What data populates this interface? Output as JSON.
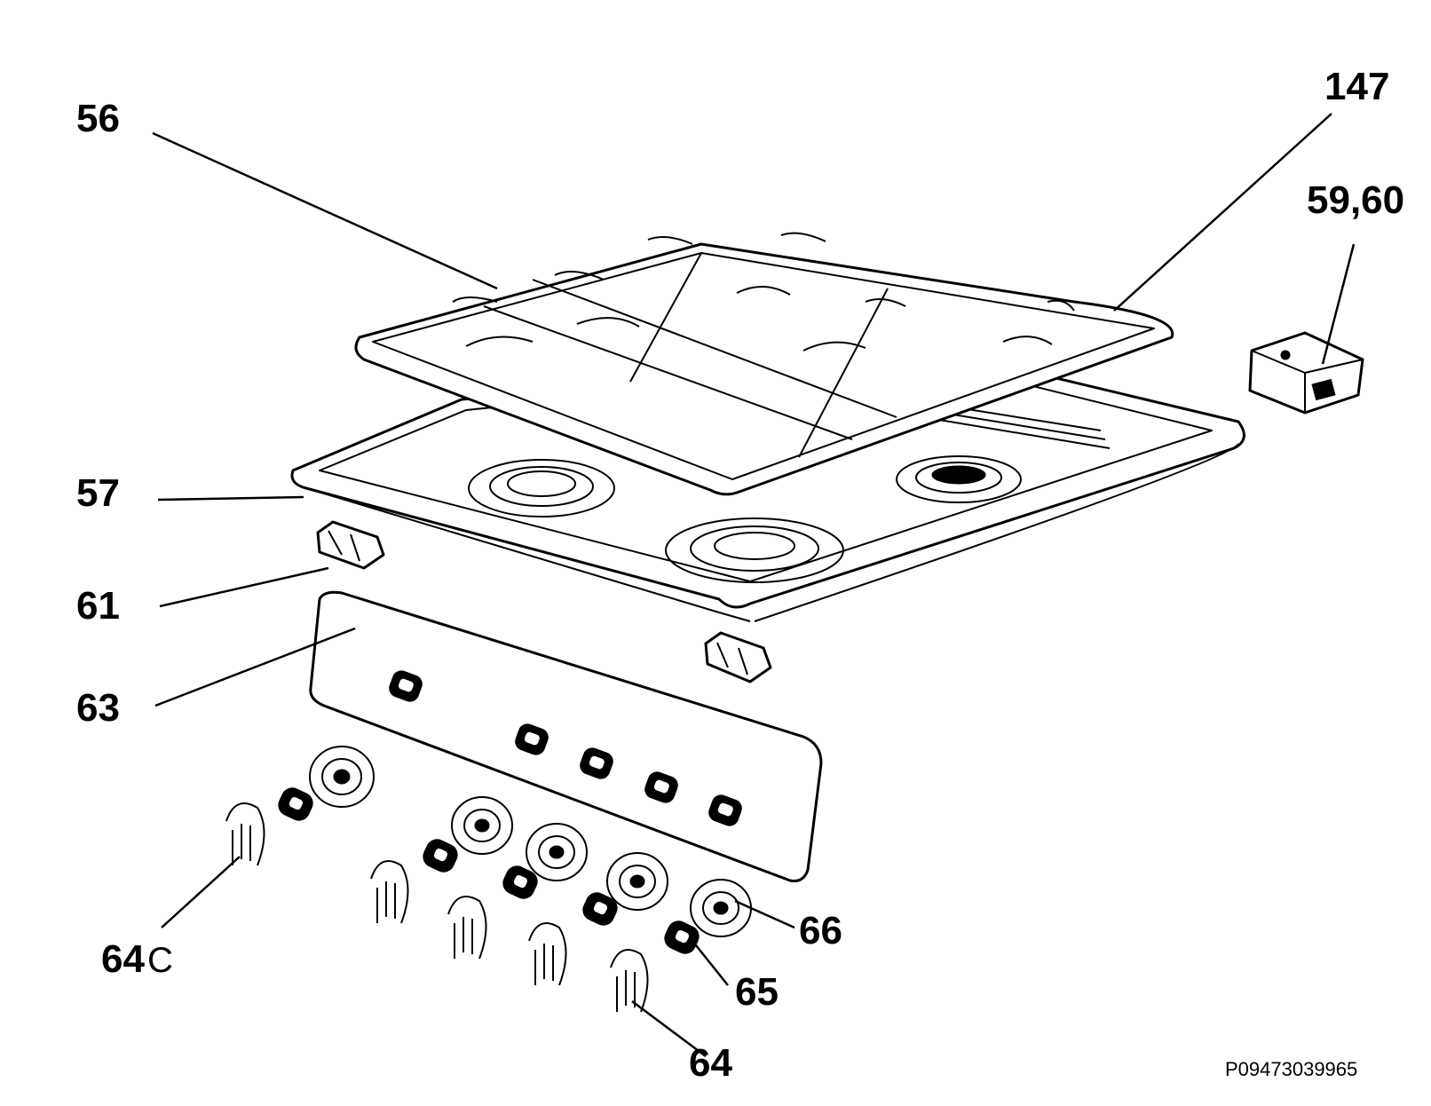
{
  "diagram": {
    "reference_code": "P09473039965",
    "callouts": {
      "c56": "56",
      "c147": "147",
      "c5960": "59,60",
      "c57": "57",
      "c61": "61",
      "c63": "63",
      "c64c_num": "64",
      "c64c_suffix": "C",
      "c66": "66",
      "c65": "65",
      "c64": "64"
    }
  }
}
